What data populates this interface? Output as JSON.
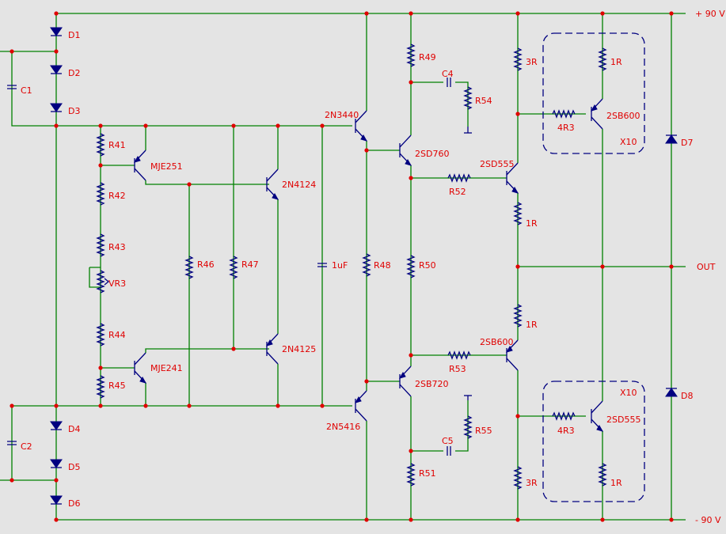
{
  "diagram": {
    "rails": {
      "positive": "+ 90 V",
      "negative": "- 90 V",
      "output": "OUT"
    },
    "components": [
      {
        "ref": "D1",
        "kind": "diode-down"
      },
      {
        "ref": "D2",
        "kind": "diode-down"
      },
      {
        "ref": "D3",
        "kind": "diode-down"
      },
      {
        "ref": "C1",
        "kind": "capacitor-v"
      },
      {
        "ref": "D4",
        "kind": "diode-down"
      },
      {
        "ref": "D5",
        "kind": "diode-down"
      },
      {
        "ref": "D6",
        "kind": "diode-down"
      },
      {
        "ref": "C2",
        "kind": "capacitor-v"
      },
      {
        "ref": "R41",
        "kind": "resistor-v"
      },
      {
        "ref": "R42",
        "kind": "resistor-v"
      },
      {
        "ref": "R43",
        "kind": "resistor-v"
      },
      {
        "ref": "VR3",
        "kind": "potentiometer"
      },
      {
        "ref": "R44",
        "kind": "resistor-v"
      },
      {
        "ref": "R45",
        "kind": "resistor-v"
      },
      {
        "ref": "MJE251",
        "kind": "transistor-pnp"
      },
      {
        "ref": "MJE241",
        "kind": "transistor-npn"
      },
      {
        "ref": "R46",
        "kind": "resistor-v"
      },
      {
        "ref": "R47",
        "kind": "resistor-v"
      },
      {
        "ref": "2N4124",
        "kind": "transistor-npn"
      },
      {
        "ref": "2N4125",
        "kind": "transistor-pnp"
      },
      {
        "ref": "1uF",
        "kind": "capacitor-v"
      },
      {
        "ref": "2N3440",
        "kind": "transistor-npn"
      },
      {
        "ref": "R48",
        "kind": "resistor-v"
      },
      {
        "ref": "2N5416",
        "kind": "transistor-pnp"
      },
      {
        "ref": "R49",
        "kind": "resistor-v"
      },
      {
        "ref": "C4",
        "kind": "capacitor-h"
      },
      {
        "ref": "R54",
        "kind": "resistor-v"
      },
      {
        "ref": "2SD760",
        "kind": "transistor-npn"
      },
      {
        "ref": "R50",
        "kind": "resistor-v"
      },
      {
        "ref": "2SB720",
        "kind": "transistor-pnp"
      },
      {
        "ref": "C5",
        "kind": "capacitor-h"
      },
      {
        "ref": "R55",
        "kind": "resistor-v"
      },
      {
        "ref": "R51",
        "kind": "resistor-v"
      },
      {
        "ref": "R52",
        "kind": "resistor-h"
      },
      {
        "ref": "R53",
        "kind": "resistor-h"
      },
      {
        "ref": "2SD555",
        "kind": "transistor-npn"
      },
      {
        "ref": "2SB600",
        "kind": "transistor-pnp"
      },
      {
        "ref": "3R",
        "kind": "resistor-v"
      },
      {
        "ref": "1R",
        "kind": "resistor-v"
      },
      {
        "ref": "1R",
        "kind": "resistor-v"
      },
      {
        "ref": "3R",
        "kind": "resistor-v"
      },
      {
        "ref": "4R3",
        "kind": "resistor-h"
      },
      {
        "ref": "2SB600",
        "kind": "transistor-pnp"
      },
      {
        "ref": "1R",
        "kind": "resistor-v"
      },
      {
        "ref": "4R3",
        "kind": "resistor-h"
      },
      {
        "ref": "2SD555",
        "kind": "transistor-npn"
      },
      {
        "ref": "1R",
        "kind": "resistor-v"
      },
      {
        "ref": "D7",
        "kind": "diode-up"
      },
      {
        "ref": "D8",
        "kind": "diode-up"
      }
    ],
    "multipliers": [
      "X10",
      "X10"
    ],
    "colors": {
      "wire": "#008000",
      "component": "#000080",
      "label": "#e00000",
      "node": "#e00000",
      "background": "#e4e4e4"
    }
  }
}
